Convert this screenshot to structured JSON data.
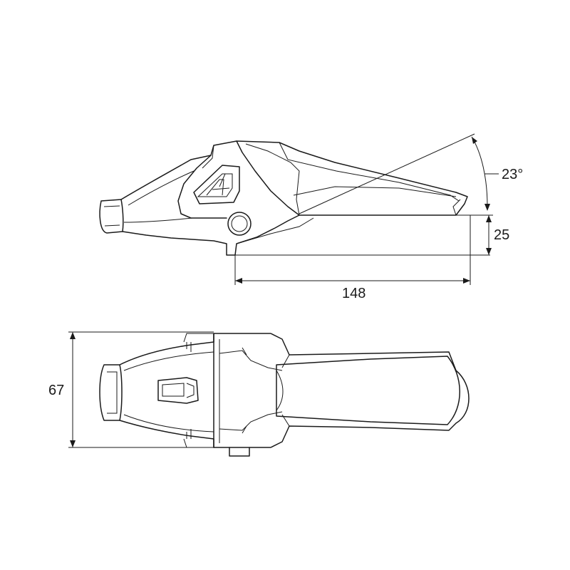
{
  "dimensions": {
    "angle": "23°",
    "height": "25",
    "length": "148",
    "width": "67"
  },
  "views": [
    "side-view",
    "top-view"
  ]
}
